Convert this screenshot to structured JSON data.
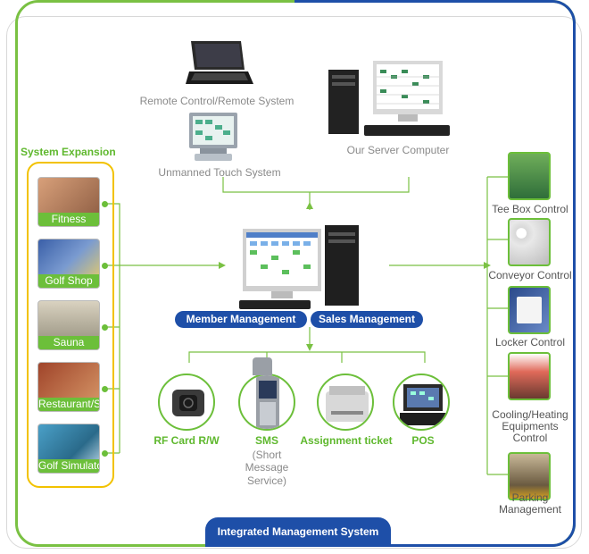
{
  "top": {
    "remote_label": "Remote Control/Remote System",
    "touch_label": "Unmanned Touch System",
    "server_label": "Our Server Computer"
  },
  "expansion": {
    "title": "System Expansion",
    "items": [
      {
        "label": "Fitness"
      },
      {
        "label": "Golf Shop"
      },
      {
        "label": "Sauna"
      },
      {
        "label": "Restaurant/Store"
      },
      {
        "label": "Golf Simulator"
      }
    ]
  },
  "center": {
    "member_label": "Member Management",
    "sales_label": "Sales Management"
  },
  "devices": [
    {
      "label": "RF Card R/W"
    },
    {
      "label": "SMS",
      "sub": [
        "(Short",
        "Message",
        "Service)"
      ]
    },
    {
      "label": "Assignment ticket"
    },
    {
      "label": "POS"
    }
  ],
  "controls": [
    {
      "lines": [
        "Tee Box Control"
      ]
    },
    {
      "lines": [
        "Conveyor Control"
      ]
    },
    {
      "lines": [
        "Locker Control"
      ]
    },
    {
      "lines": [
        "Cooling/Heating",
        "Equipments",
        "Control"
      ]
    },
    {
      "lines": [
        "Parking",
        "Management"
      ]
    }
  ],
  "footer": {
    "title": "Integrated Management System"
  },
  "colors": {
    "green": "#6cbf3a",
    "blue": "#1e4fa8",
    "yellow": "#f2c200"
  }
}
